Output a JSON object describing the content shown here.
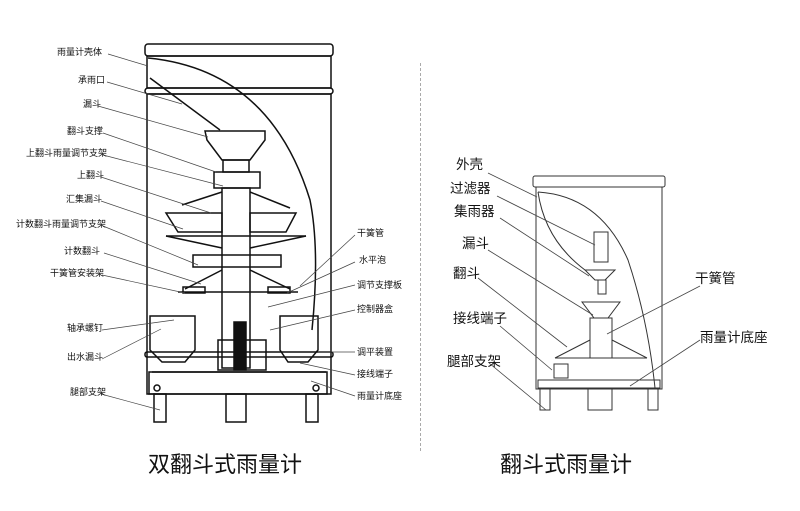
{
  "left_diagram": {
    "title": "双翻斗式雨量计",
    "labels_left": [
      "雨量计壳体",
      "承雨口",
      "漏斗",
      "翻斗支撑",
      "上翻斗雨量调节支架",
      "上翻斗",
      "汇集漏斗",
      "计数翻斗雨量调节支架",
      "计数翻斗",
      "干簧管安装架",
      "轴承螺钉",
      "出水漏斗",
      "腿部支架"
    ],
    "labels_right": [
      "干簧管",
      "水平泡",
      "调节支撑板",
      "控制器盒",
      "调平装置",
      "接线端子",
      "雨量计底座"
    ]
  },
  "right_diagram": {
    "title": "翻斗式雨量计",
    "labels_left": [
      "外壳",
      "过滤器",
      "集雨器",
      "漏斗",
      "翻斗",
      "接线端子",
      "腿部支架"
    ],
    "labels_right": [
      "干簧管",
      "雨量计底座"
    ]
  }
}
